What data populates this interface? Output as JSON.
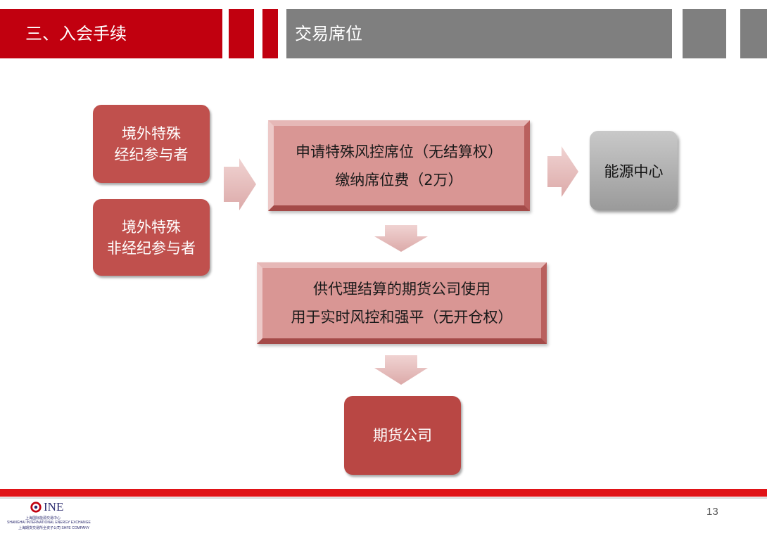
{
  "header": {
    "section_title": "三、入会手续",
    "subtitle": "交易席位"
  },
  "flow": {
    "participant_broker": [
      "境外特殊",
      "经纪参与者"
    ],
    "participant_nonbroker": [
      "境外特殊",
      "非经纪参与者"
    ],
    "apply_box": [
      "申请特殊风控席位（无结算权）",
      "缴纳席位费（2万）"
    ],
    "energy_center": "能源中心",
    "usage_box": [
      "供代理结算的期货公司使用",
      "用于实时风控和强平（无开仓权）"
    ],
    "futures_company": "期货公司"
  },
  "footer": {
    "page_number": "13",
    "logo_text": "INE",
    "logo_cn": "上海国际能源交易中心",
    "logo_en": "SHANGHAI INTERNATIONAL ENERGY EXCHANGE",
    "logo_sub": "上海期货交易所全资子公司 SHFE COMPANY"
  },
  "colors": {
    "header_red": "#c1000f",
    "header_gray": "#7f7f7f",
    "box_red": "#c0504d",
    "box_pink": "#d99694",
    "arrow_pink": "#e6b9b8",
    "footer_red": "#e01317"
  }
}
